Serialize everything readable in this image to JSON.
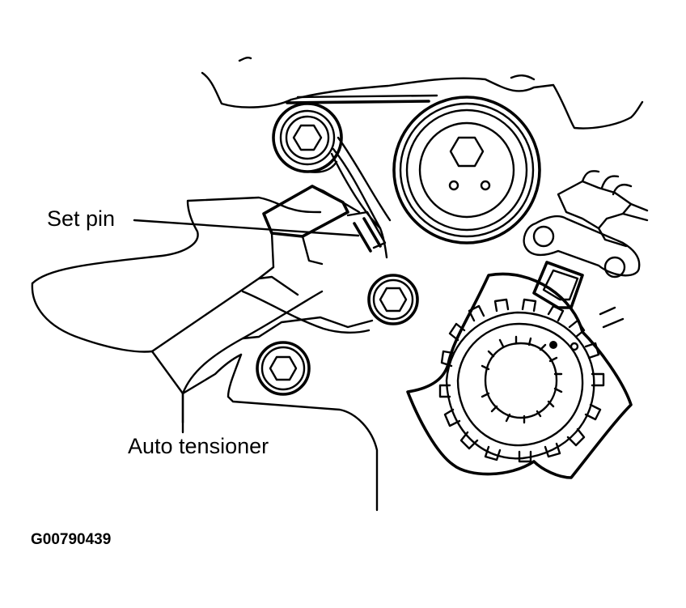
{
  "labels": {
    "set_pin": "Set pin",
    "auto_tensioner": "Auto tensioner"
  },
  "figure_code": "G00790439",
  "colors": {
    "line": "#000000",
    "background": "#ffffff"
  }
}
